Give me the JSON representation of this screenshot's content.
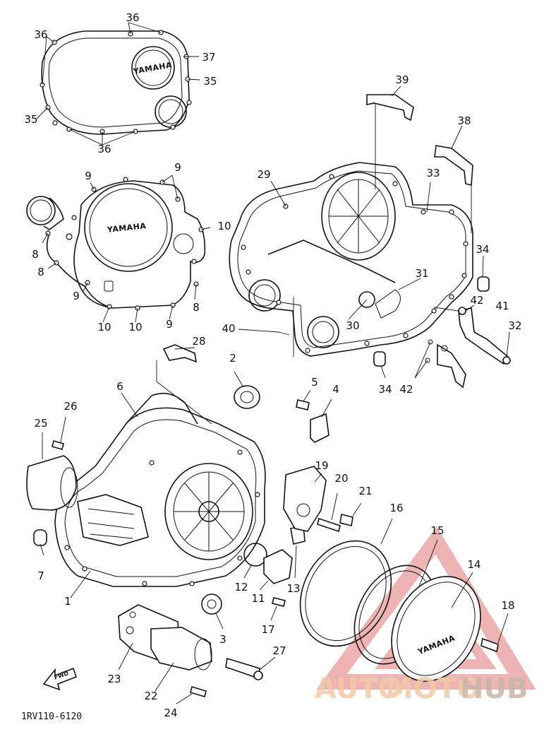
{
  "drawing_code": "1RV110-6120",
  "brand_badge": "YAMAHA",
  "fwd_label": "FWD",
  "watermark": {
    "auto": "AUTO",
    "moto": "MOTO",
    "hub": "HUB",
    "color_light": "#f2c9a7",
    "color_dark": "#c9b6a8",
    "triangle_color": "#e99a9a"
  },
  "callouts": [
    {
      "label": "36"
    },
    {
      "label": "36"
    },
    {
      "label": "37"
    },
    {
      "label": "35"
    },
    {
      "label": "35"
    },
    {
      "label": "36"
    },
    {
      "label": "9"
    },
    {
      "label": "9"
    },
    {
      "label": "10"
    },
    {
      "label": "8"
    },
    {
      "label": "8"
    },
    {
      "label": "9"
    },
    {
      "label": "8"
    },
    {
      "label": "10"
    },
    {
      "label": "10"
    },
    {
      "label": "9"
    },
    {
      "label": "39"
    },
    {
      "label": "38"
    },
    {
      "label": "29"
    },
    {
      "label": "33"
    },
    {
      "label": "34"
    },
    {
      "label": "31"
    },
    {
      "label": "42"
    },
    {
      "label": "41"
    },
    {
      "label": "32"
    },
    {
      "label": "30"
    },
    {
      "label": "40"
    },
    {
      "label": "34"
    },
    {
      "label": "42"
    },
    {
      "label": "28"
    },
    {
      "label": "2"
    },
    {
      "label": "6"
    },
    {
      "label": "5"
    },
    {
      "label": "4"
    },
    {
      "label": "26"
    },
    {
      "label": "25"
    },
    {
      "label": "19"
    },
    {
      "label": "20"
    },
    {
      "label": "21"
    },
    {
      "label": "16"
    },
    {
      "label": "15"
    },
    {
      "label": "14"
    },
    {
      "label": "7"
    },
    {
      "label": "1"
    },
    {
      "label": "12"
    },
    {
      "label": "11"
    },
    {
      "label": "13"
    },
    {
      "label": "18"
    },
    {
      "label": "17"
    },
    {
      "label": "3"
    },
    {
      "label": "27"
    },
    {
      "label": "23"
    },
    {
      "label": "22"
    },
    {
      "label": "24"
    }
  ]
}
